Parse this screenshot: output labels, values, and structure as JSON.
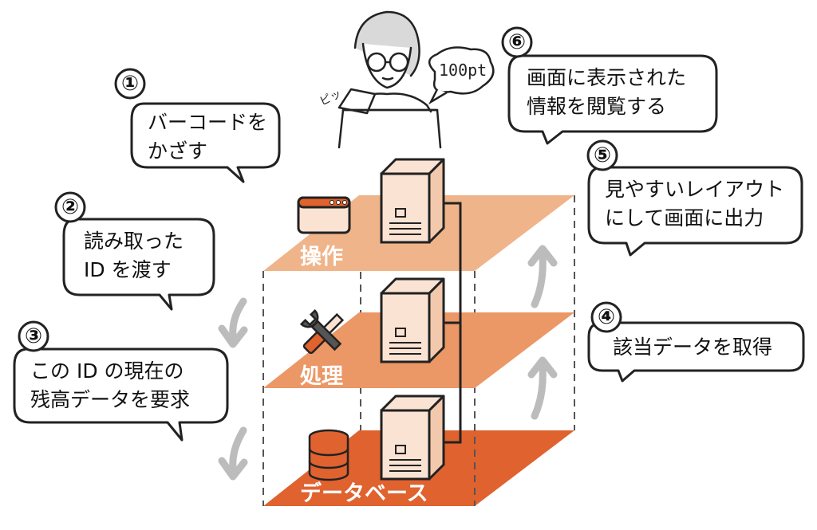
{
  "layers": {
    "top_label": "操作",
    "middle_label": "処理",
    "bottom_label": "データベース"
  },
  "steps": [
    {
      "number": "①",
      "text": "バーコードを\nかざす"
    },
    {
      "number": "②",
      "text": "読み取った\nID を渡す"
    },
    {
      "number": "③",
      "text": "この ID の現在の\n残高データを要求"
    },
    {
      "number": "④",
      "text": "該当データを取得"
    },
    {
      "number": "⑤",
      "text": "見やすいレイアウト\nにして画面に出力"
    },
    {
      "number": "⑥",
      "text": "画面に表示された\n情報を閲覧する"
    }
  ],
  "person": {
    "speech": "100pt",
    "sound_effect": "ピッ"
  },
  "colors": {
    "layer_top": "#f0b48a",
    "layer_middle": "#eb9766",
    "layer_bottom": "#e0622e",
    "server": "#fbe3d3",
    "arrow": "#bcbcbc",
    "outline": "#222222"
  },
  "icons": {
    "top": "browser-window-icon",
    "middle": "wrench-screwdriver-icon",
    "bottom": "database-icon"
  }
}
